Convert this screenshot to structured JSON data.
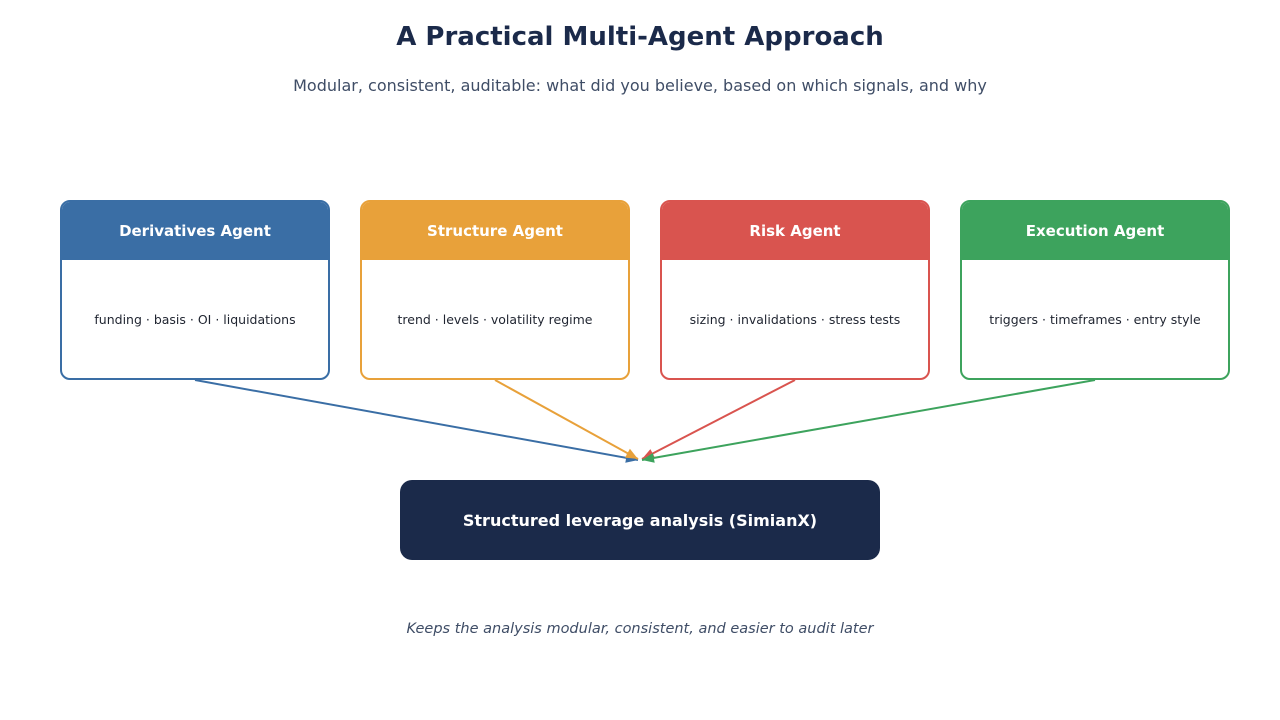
{
  "title": "A Practical Multi-Agent Approach",
  "subtitle": "Modular, consistent, auditable: what did you believe, based on which signals, and why",
  "agents": [
    {
      "name": "Derivatives Agent",
      "signals": "funding · basis · OI · liquidations",
      "color": "#3a6ea5"
    },
    {
      "name": "Structure Agent",
      "signals": "trend · levels · volatility regime",
      "color": "#e8a13a"
    },
    {
      "name": "Risk Agent",
      "signals": "sizing · invalidations · stress tests",
      "color": "#d9544f"
    },
    {
      "name": "Execution Agent",
      "signals": "triggers · timeframes · entry style",
      "color": "#3da35d"
    }
  ],
  "output": {
    "label": "Structured leverage analysis (SimianX)",
    "color": "#1b2a4a"
  },
  "footer": "Keeps the analysis modular, consistent, and easier to audit later"
}
